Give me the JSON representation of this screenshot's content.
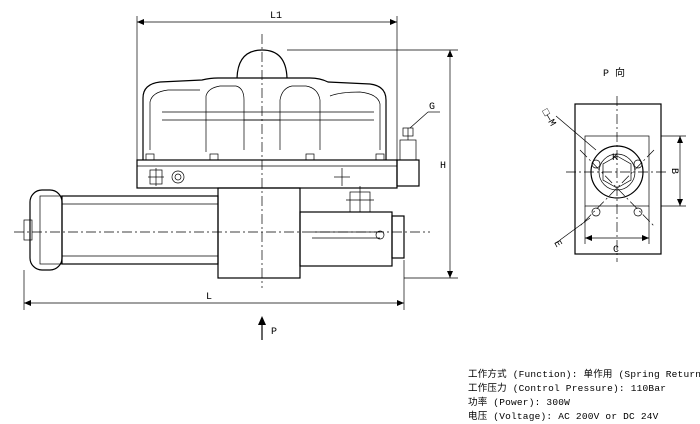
{
  "dimensions": {
    "l1": "L1",
    "l": "L",
    "h": "H",
    "g": "G",
    "p_bottom": "P",
    "p_side": "P 向",
    "m": "□—M",
    "k": "K",
    "b": "B",
    "c": "C",
    "e": "E"
  },
  "specs": [
    {
      "label": "工作方式 (Function):",
      "value": "单作用 (Spring Return)"
    },
    {
      "label": "工作压力 (Control Pressure):",
      "value": "110Bar"
    },
    {
      "label": "功率 (Power):",
      "value": "300W"
    },
    {
      "label": "电压 (Voltage):",
      "value": "AC 200V or DC 24V"
    }
  ]
}
